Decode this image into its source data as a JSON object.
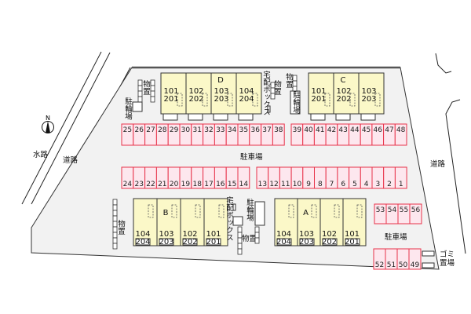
{
  "colors": {
    "site": "#f2f2f2",
    "building": "#fbf8c8",
    "parking_fill": "#fde7ee",
    "parking_stroke": "#e8334a"
  },
  "compass": {
    "label": "N"
  },
  "roads": {
    "left_road": "道路",
    "waterway": "水路",
    "right_road": "道路"
  },
  "parking_label_main": "駐車場",
  "parking_label_right": "駐車場",
  "parking_rows": [
    {
      "spaces": [
        "25",
        "26",
        "27",
        "28",
        "29",
        "30",
        "31",
        "32",
        "33",
        "34",
        "35",
        "36",
        "37",
        "38"
      ]
    },
    {
      "spaces": [
        "39",
        "40",
        "41",
        "42",
        "43",
        "44",
        "45",
        "46",
        "47",
        "48"
      ]
    },
    {
      "spaces": [
        "24",
        "23",
        "22",
        "21",
        "20",
        "19",
        "18",
        "17",
        "16",
        "15",
        "14"
      ]
    },
    {
      "spaces": [
        "13",
        "12",
        "11",
        "10",
        "9",
        "8",
        "7",
        "6",
        "5",
        "4",
        "3",
        "2",
        "1"
      ]
    },
    {
      "spaces": [
        "53",
        "54",
        "55",
        "56"
      ]
    },
    {
      "spaces": [
        "52",
        "51",
        "50",
        "49"
      ]
    }
  ],
  "buildings": [
    {
      "name": "D",
      "units": [
        [
          "101",
          "201"
        ],
        [
          "102",
          "202"
        ],
        [
          "103",
          "203"
        ],
        [
          "104",
          "204"
        ]
      ]
    },
    {
      "name": "C",
      "units": [
        [
          "101",
          "201"
        ],
        [
          "102",
          "202"
        ],
        [
          "103",
          "203"
        ]
      ]
    },
    {
      "name": "B",
      "units": [
        [
          "104",
          "204"
        ],
        [
          "103",
          "203"
        ],
        [
          "102",
          "202"
        ],
        [
          "101",
          "201"
        ]
      ]
    },
    {
      "name": "A",
      "units": [
        [
          "104",
          "204"
        ],
        [
          "103",
          "203"
        ],
        [
          "102",
          "202"
        ],
        [
          "101",
          "201"
        ]
      ]
    }
  ],
  "facilities": {
    "storage": "物置",
    "bicycle": "駐輪場",
    "delivery_box": "宅配ボックス",
    "garbage": "ゴミ置場"
  }
}
